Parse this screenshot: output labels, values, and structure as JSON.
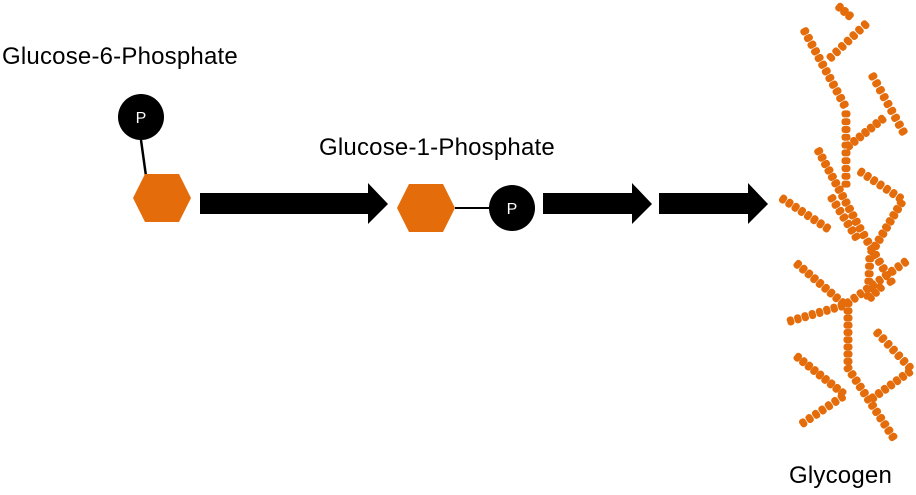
{
  "labels": {
    "g6p": "Glucose-6-Phosphate",
    "g1p": "Glucose-1-Phosphate",
    "glycogen": "Glycogen"
  },
  "phosphate_symbol": "P",
  "colors": {
    "glucose": "#e46c0a",
    "phosphate": "#000000",
    "arrow": "#000000",
    "phosphate_text": "#ffffff"
  }
}
